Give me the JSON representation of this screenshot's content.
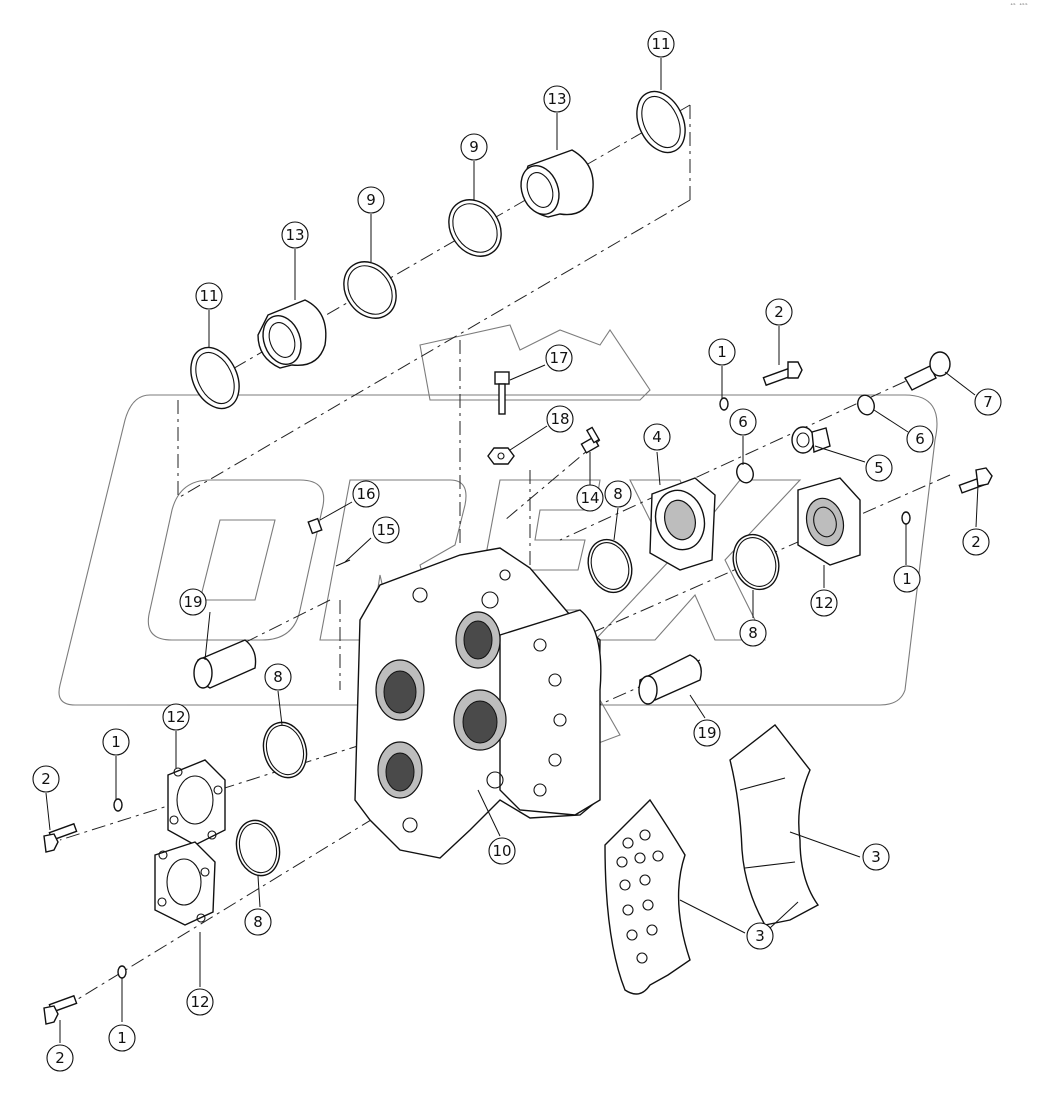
{
  "corner_mark": "ᵃᵇ ᵃᵇᵇ",
  "watermark_text": "OREX",
  "callouts": [
    {
      "label": "11"
    },
    {
      "label": "13"
    },
    {
      "label": "9"
    },
    {
      "label": "9"
    },
    {
      "label": "13"
    },
    {
      "label": "11"
    },
    {
      "label": "2"
    },
    {
      "label": "1"
    },
    {
      "label": "17"
    },
    {
      "label": "7"
    },
    {
      "label": "18"
    },
    {
      "label": "4"
    },
    {
      "label": "6"
    },
    {
      "label": "6"
    },
    {
      "label": "5"
    },
    {
      "label": "16"
    },
    {
      "label": "14"
    },
    {
      "label": "8"
    },
    {
      "label": "15"
    },
    {
      "label": "2"
    },
    {
      "label": "19"
    },
    {
      "label": "12"
    },
    {
      "label": "1"
    },
    {
      "label": "8"
    },
    {
      "label": "8"
    },
    {
      "label": "12"
    },
    {
      "label": "1"
    },
    {
      "label": "19"
    },
    {
      "label": "2"
    },
    {
      "label": "10"
    },
    {
      "label": "3"
    },
    {
      "label": "8"
    },
    {
      "label": "3"
    },
    {
      "label": "12"
    },
    {
      "label": "2"
    },
    {
      "label": "1"
    }
  ]
}
